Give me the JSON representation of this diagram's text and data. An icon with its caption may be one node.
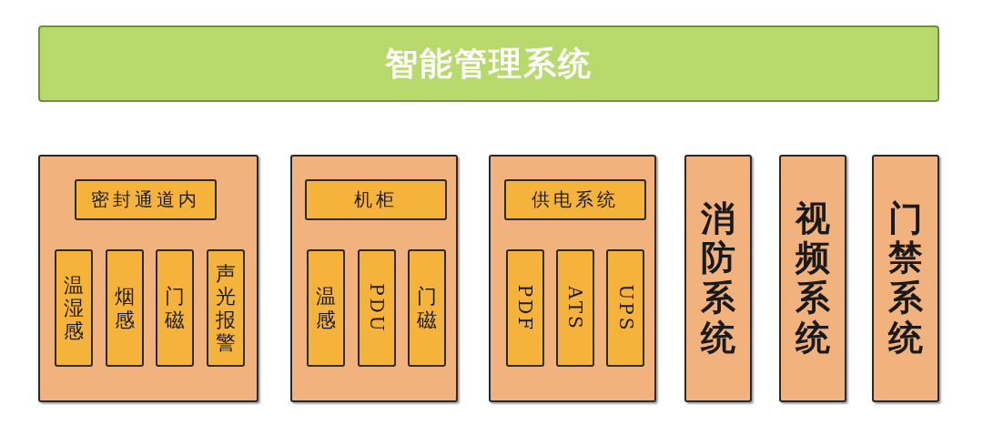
{
  "diagram": {
    "nodes": [
      {
        "text": [
          "智能管理系统"
        ]
      },
      {
        "text": [],
        "shape": "box"
      },
      {
        "text": [
          "密封通道内"
        ],
        "in": 1
      },
      {
        "text": [
          "温湿感"
        ],
        "in": 1
      },
      {
        "text": [
          "烟感"
        ],
        "in": 1
      },
      {
        "text": [
          "门磁"
        ],
        "in": 1
      },
      {
        "text": [
          "声光报警"
        ],
        "in": 1
      },
      {
        "text": [],
        "shape": "box"
      },
      {
        "text": [
          "机柜"
        ],
        "in": 7
      },
      {
        "text": [
          "温感"
        ],
        "in": 7
      },
      {
        "text": [
          "PDU"
        ],
        "in": 7
      },
      {
        "text": [
          "门磁"
        ],
        "in": 7
      },
      {
        "text": [],
        "shape": "box"
      },
      {
        "text": [
          "供电系统"
        ],
        "in": 12
      },
      {
        "text": [
          "PDF"
        ],
        "in": 12
      },
      {
        "text": [
          "ATS"
        ],
        "in": 12
      },
      {
        "text": [
          "UPS"
        ],
        "in": 12
      },
      {
        "text": [
          "消防系统"
        ]
      },
      {
        "text": [
          "视频系统"
        ]
      },
      {
        "text": [
          "门禁系统"
        ]
      }
    ]
  }
}
